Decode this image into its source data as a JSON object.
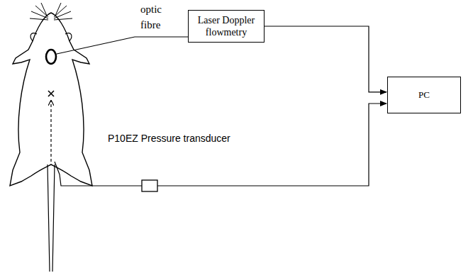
{
  "diagram": {
    "nodes": [
      {
        "text": [
          "Laser Doppler flowmetry"
        ]
      },
      {
        "text": [
          "PC"
        ]
      }
    ],
    "edges": [
      {
        "from": 0,
        "to": 1,
        "arrow": "to"
      }
    ],
    "labels": [
      "optic fibre",
      "P10EZ Pressure transducer"
    ]
  }
}
